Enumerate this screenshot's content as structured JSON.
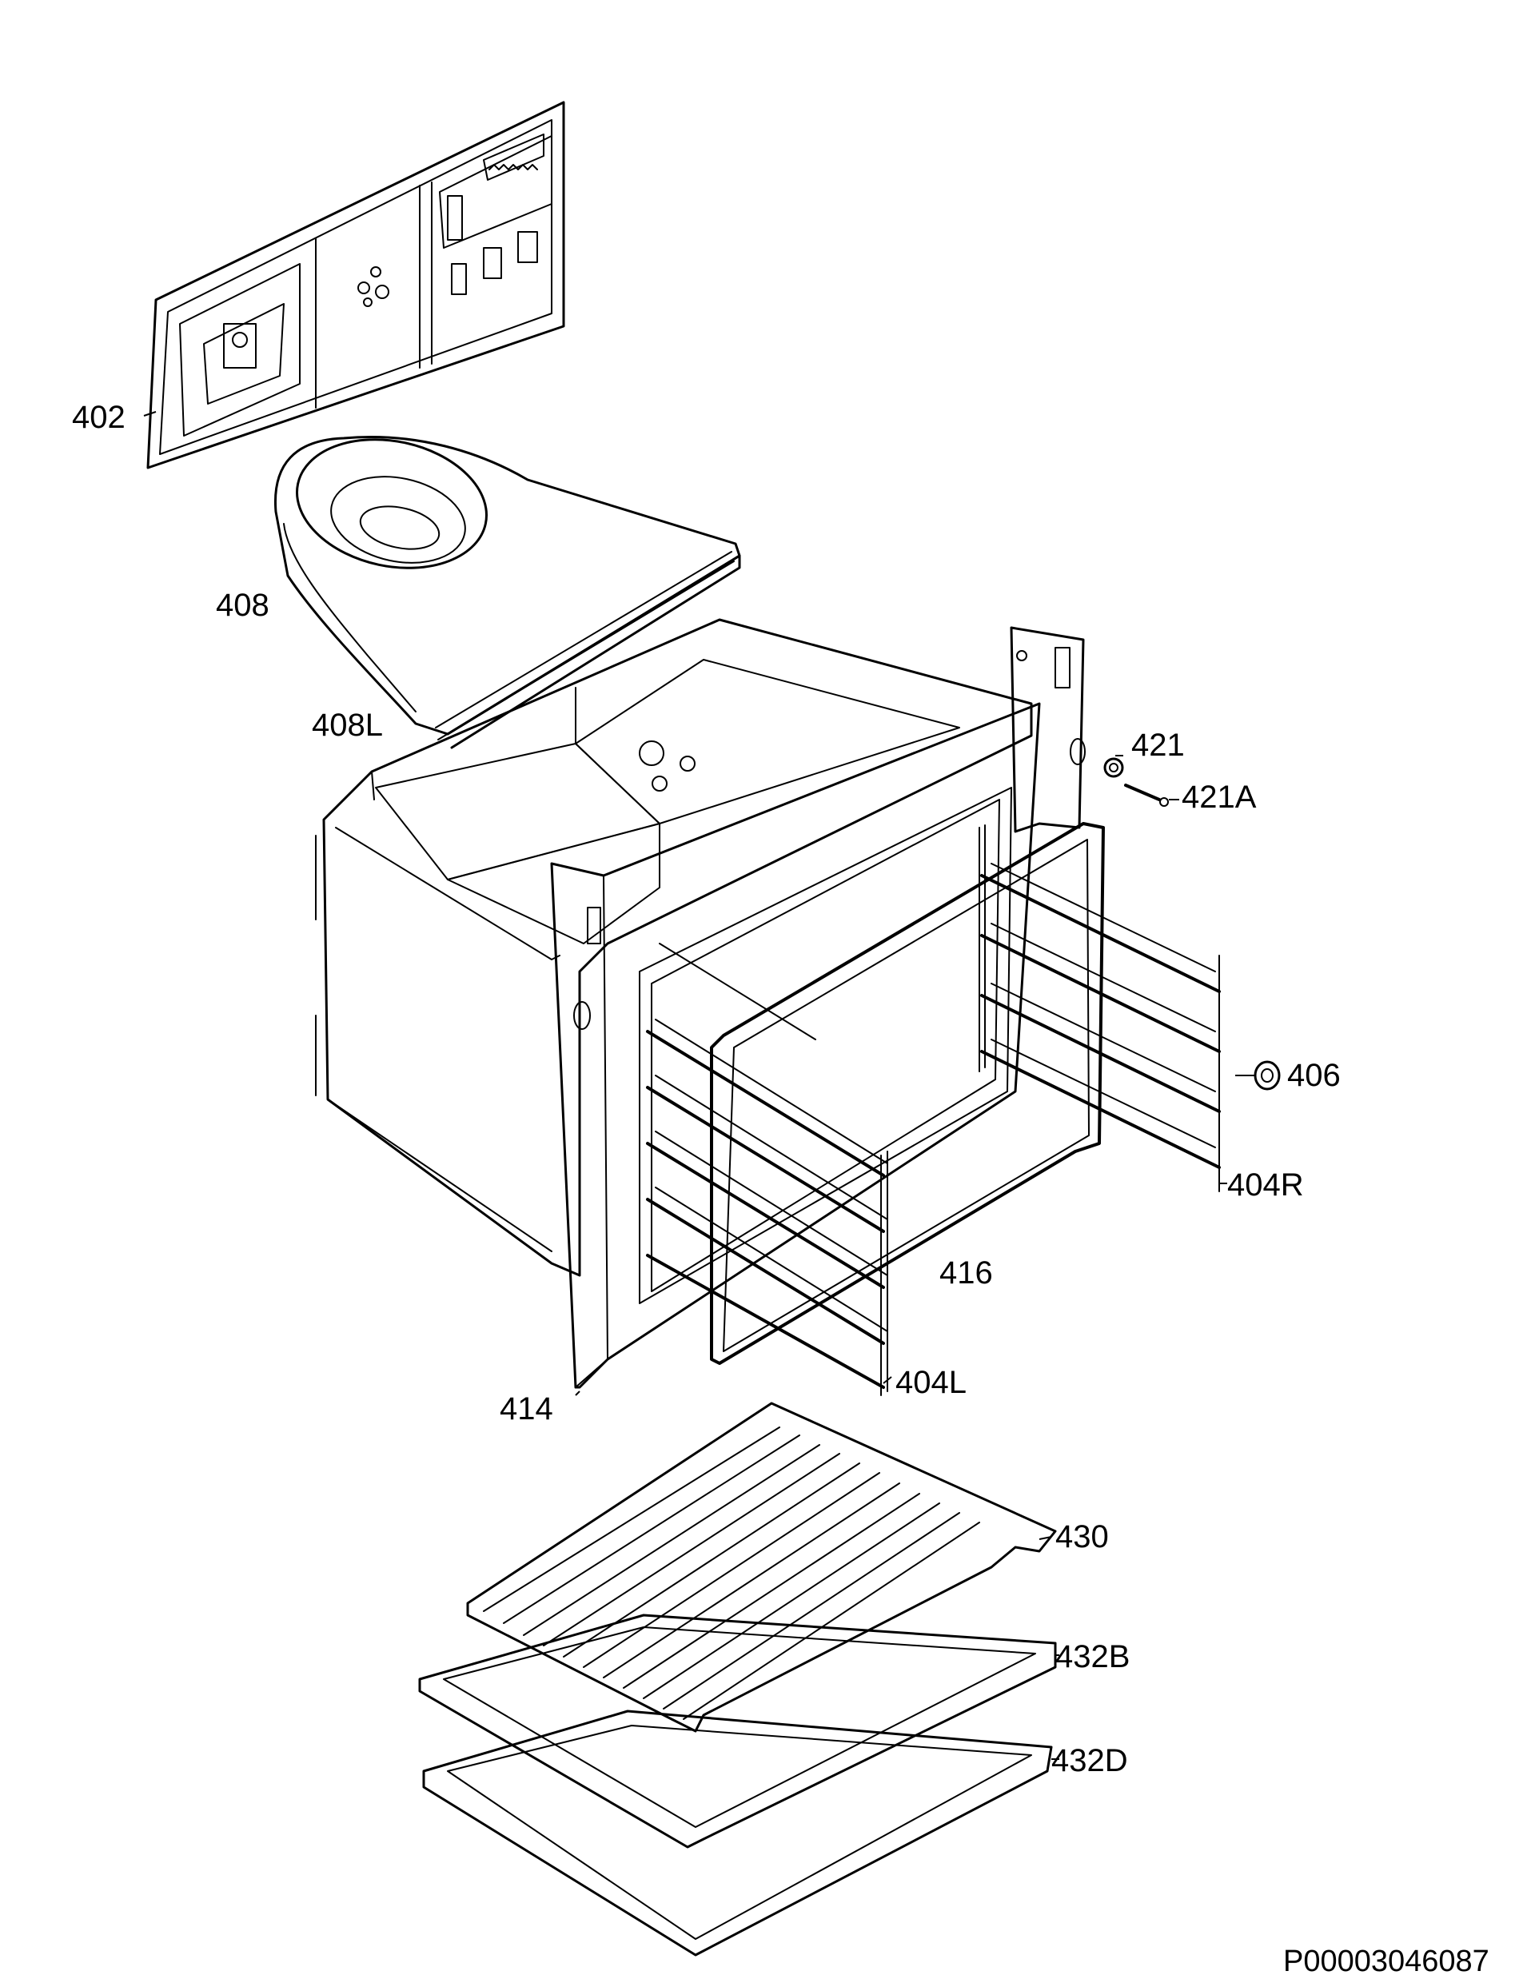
{
  "diagram": {
    "callouts": {
      "p402": "402",
      "p408": "408",
      "p408L": "408L",
      "p421": "421",
      "p421A": "421A",
      "p406": "406",
      "p404R": "404R",
      "p416": "416",
      "p414": "414",
      "p404L": "404L",
      "p430": "430",
      "p432B": "432B",
      "p432D": "432D"
    },
    "document_code": "P00003046087"
  }
}
